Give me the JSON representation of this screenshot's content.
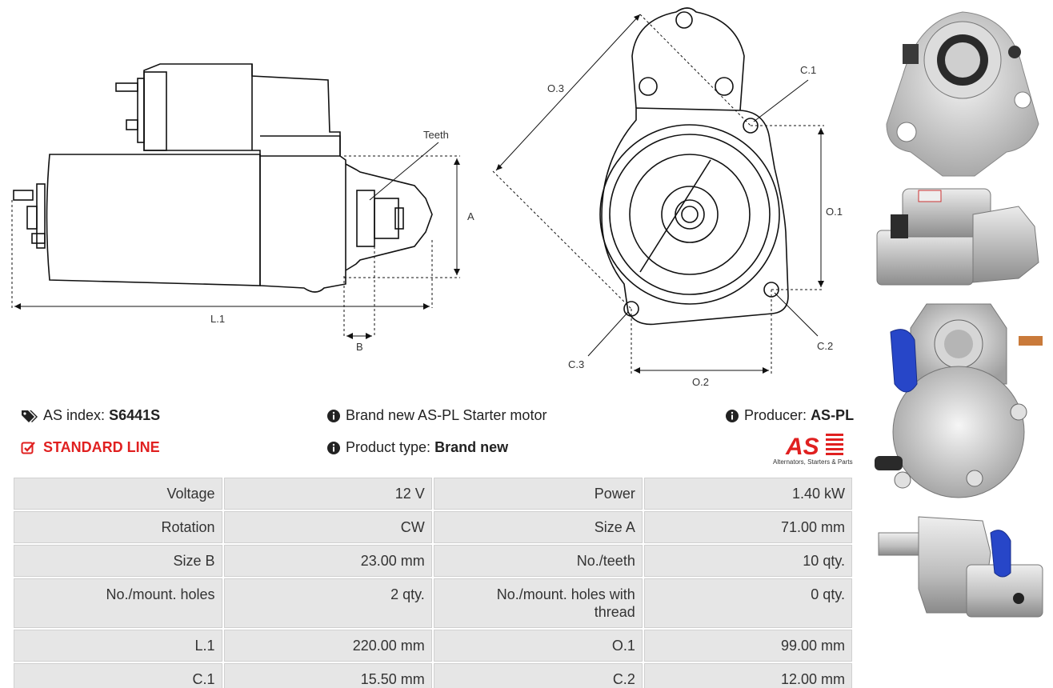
{
  "drawing": {
    "labels": {
      "teeth": "Teeth",
      "a": "A",
      "b": "B",
      "l1": "L.1",
      "o1": "O.1",
      "o2": "O.2",
      "o3": "O.3",
      "c1": "C.1",
      "c2": "C.2",
      "c3": "C.3"
    }
  },
  "info": {
    "as_index_label": "AS index:",
    "as_index_value": "S6441S",
    "line_label": "STANDARD LINE",
    "description": "Brand new AS-PL Starter motor",
    "product_type_label": "Product type:",
    "product_type_value": "Brand new",
    "producer_label": "Producer:",
    "producer_value": "AS-PL",
    "logo_tagline": "Alternators, Starters & Parts",
    "logo_text": "AS"
  },
  "specs": [
    {
      "l1": "Voltage",
      "v1": "12 V",
      "l2": "Power",
      "v2": "1.40 kW"
    },
    {
      "l1": "Rotation",
      "v1": "CW",
      "l2": "Size A",
      "v2": "71.00 mm"
    },
    {
      "l1": "Size B",
      "v1": "23.00 mm",
      "l2": "No./teeth",
      "v2": "10 qty."
    },
    {
      "l1": "No./mount. holes",
      "v1": "2 qty.",
      "l2": "No./mount. holes with thread",
      "v2": "0 qty."
    },
    {
      "l1": "L.1",
      "v1": "220.00 mm",
      "l2": "O.1",
      "v2": "99.00 mm"
    },
    {
      "l1": "C.1",
      "v1": "15.50 mm",
      "l2": "C.2",
      "v2": "12.00 mm"
    }
  ],
  "colors": {
    "accent_red": "#e02020",
    "table_bg": "#e6e6e6"
  }
}
